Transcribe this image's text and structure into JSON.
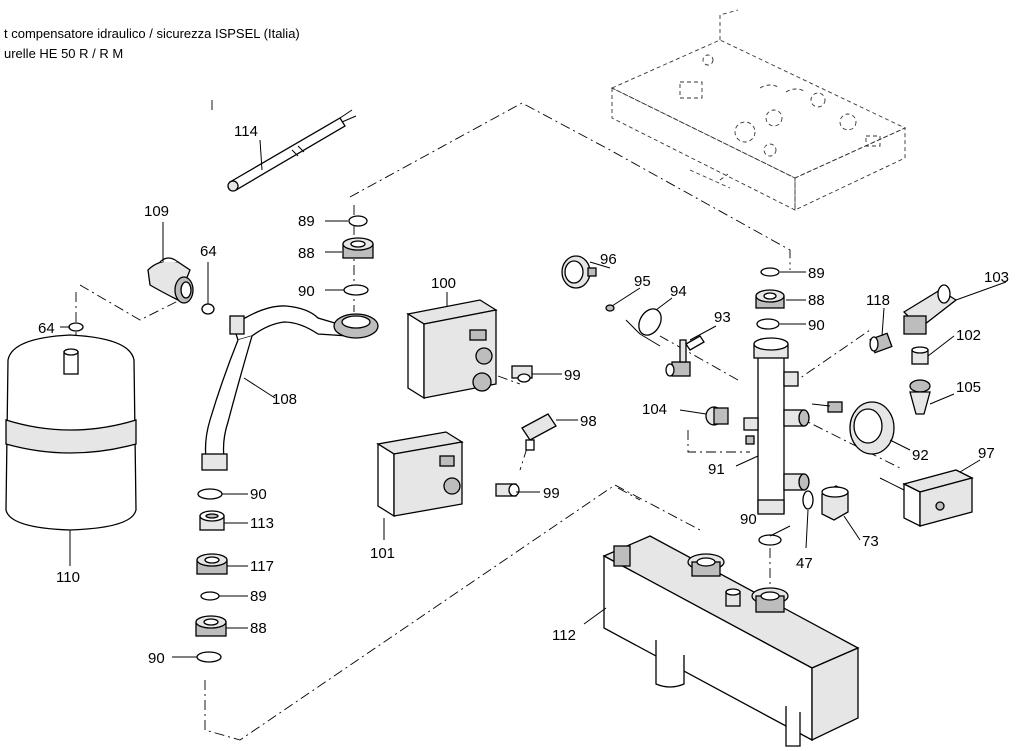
{
  "header": {
    "line1": "t compensatore idraulico / sicurezza ISPSEL (Italia)",
    "line2": "urelle HE 50 R / R M"
  },
  "labels": {
    "p114": "114",
    "p109": "109",
    "p64a": "64",
    "p64b": "64",
    "p89a": "89",
    "p88a": "88",
    "p90a": "90",
    "p108": "108",
    "p110": "110",
    "p90b": "90",
    "p113": "113",
    "p117": "117",
    "p89b": "89",
    "p88b": "88",
    "p90c": "90",
    "p100": "100",
    "p99a": "99",
    "p98": "98",
    "p99b": "99",
    "p101": "101",
    "p96": "96",
    "p95": "95",
    "p94": "94",
    "p93": "93",
    "p89c": "89",
    "p88c": "88",
    "p90d": "90",
    "p118": "118",
    "p103": "103",
    "p102": "102",
    "p105": "105",
    "p104": "104",
    "p92": "92",
    "p91": "91",
    "p97": "97",
    "p90e": "90",
    "p47": "47",
    "p73": "73",
    "p112": "112"
  }
}
